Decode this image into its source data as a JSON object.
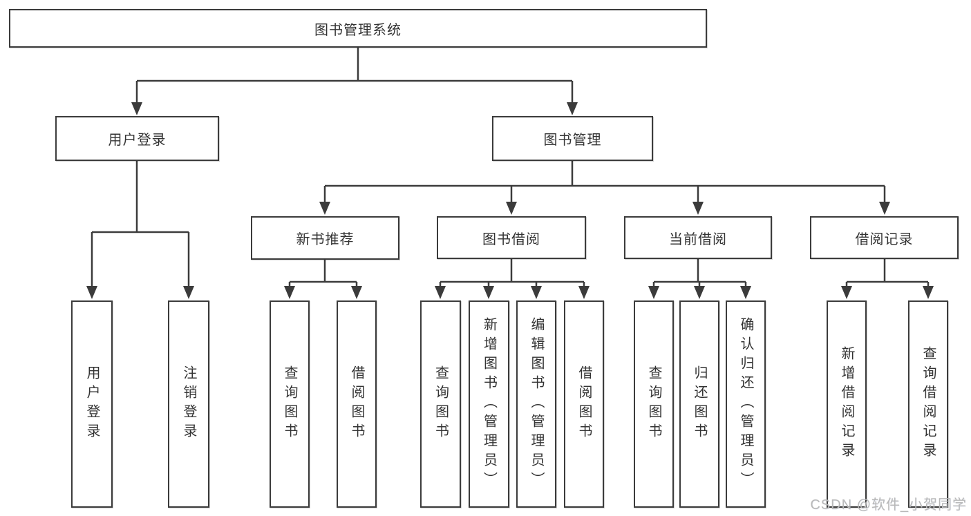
{
  "diagram": {
    "root": "图书管理系统",
    "level2": [
      "用户登录",
      "图书管理"
    ],
    "level3": [
      "新书推荐",
      "图书借阅",
      "当前借阅",
      "借阅记录"
    ],
    "leaves": {
      "user_login": [
        "用户登录",
        "注销登录"
      ],
      "new_books": [
        "查询图书",
        "借阅图书"
      ],
      "book_borrow": [
        "查询图书",
        "新增图书（管理员）",
        "编辑图书（管理员）",
        "借阅图书"
      ],
      "current_borrow": [
        "查询图书",
        "归还图书",
        "确认归还（管理员）"
      ],
      "borrow_records": [
        "新增借阅记录",
        "查询借阅记录"
      ]
    }
  },
  "watermark": "CSDN @软件_小贺同学",
  "colors": {
    "line": "#3b3b3b",
    "text": "#333333",
    "background": "#ffffff",
    "watermark": "#b9b9b9"
  }
}
